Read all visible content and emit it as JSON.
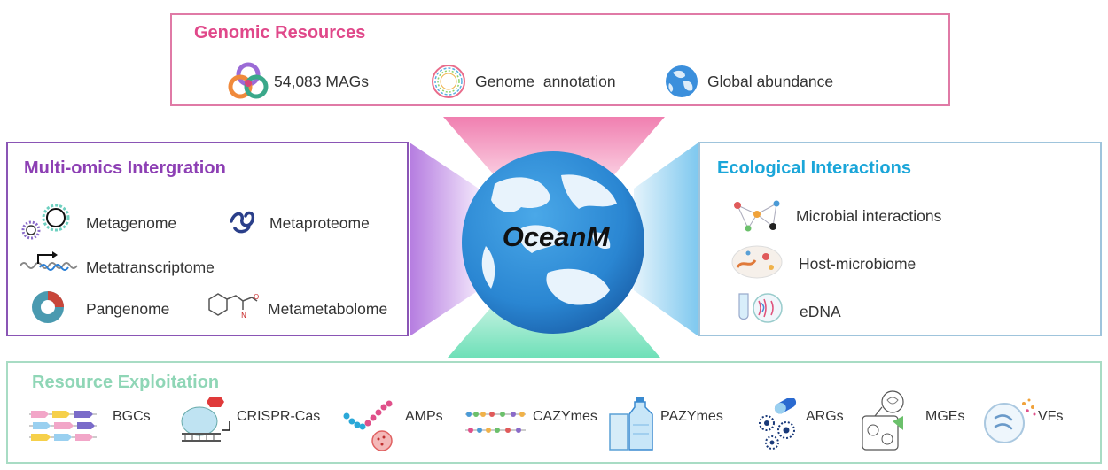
{
  "center": {
    "label": "OceanM"
  },
  "genomic": {
    "title": "Genomic Resources",
    "items": [
      {
        "label": "54,083 MAGs",
        "icon": "overlapping-rings-icon"
      },
      {
        "label": "Genome  annotation",
        "icon": "circular-genome-map-icon"
      },
      {
        "label": "Global abundance",
        "icon": "globe-icon"
      }
    ]
  },
  "multi": {
    "title": "Multi-omics Intergration",
    "items": [
      {
        "label": "Metagenome",
        "icon": "dna-circles-icon"
      },
      {
        "label": "Metaproteome",
        "icon": "protein-icon"
      },
      {
        "label": "Metatranscriptome",
        "icon": "transcription-icon"
      },
      {
        "label": "Pangenome",
        "icon": "donut-chart-icon"
      },
      {
        "label": "Metametabolome",
        "icon": "molecule-icon"
      }
    ]
  },
  "eco": {
    "title": "Ecological Interactions",
    "items": [
      {
        "label": "Microbial interactions",
        "icon": "network-icon"
      },
      {
        "label": "Host-microbiome",
        "icon": "host-microbe-icon"
      },
      {
        "label": "eDNA",
        "icon": "edna-tube-icon"
      }
    ]
  },
  "resource": {
    "title": "Resource Exploitation",
    "items": [
      {
        "label": "BGCs",
        "icon": "gene-cluster-icon"
      },
      {
        "label": "CRISPR-Cas",
        "icon": "crispr-icon"
      },
      {
        "label": "AMPs",
        "icon": "peptide-chain-icon"
      },
      {
        "label": "CAZYmes",
        "icon": "enzyme-chain-icon"
      },
      {
        "label": "PAZYmes",
        "icon": "plastic-bottle-icon"
      },
      {
        "label": "ARGs",
        "icon": "bacteria-pill-icon"
      },
      {
        "label": "MGEs",
        "icon": "mobile-element-icon"
      },
      {
        "label": "VFs",
        "icon": "virulence-icon"
      }
    ]
  },
  "colors": {
    "genomic": "#e0488a",
    "multi": "#8d3fb4",
    "eco": "#1ba6d9",
    "resource": "#8fd6b6",
    "globe_ocean": "#2f8fd6",
    "globe_land": "#ffffff"
  }
}
